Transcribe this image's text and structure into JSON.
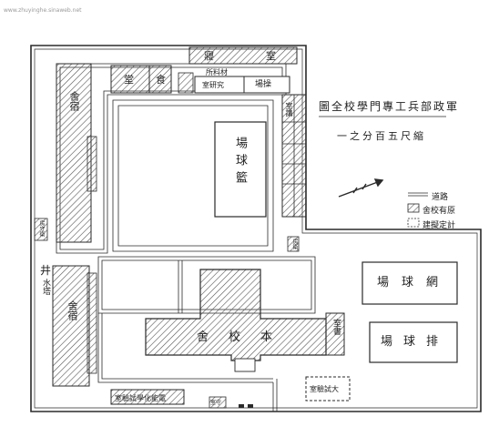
{
  "watermark": "www.zhuyinghe.sinaweb.net",
  "title": "圖全校學門專工兵部政軍",
  "scale": "一之分百五尺縮",
  "legend": {
    "road": "道路",
    "existing": "舍校有原",
    "planned": "建擬定計"
  },
  "buildings": {
    "gymnasium_left": "堂",
    "gymnasium_right": "食",
    "top_label_1": "寢",
    "top_label_2": "室",
    "dorm_upper": "舍宿",
    "dorm_lower": "舍宿",
    "arsenal": "所料材",
    "rooms": "室研究",
    "workshop_right": "場操",
    "right_strip": "室講",
    "basketball": "場球籃",
    "main_building": "舍校本",
    "side_wing": "室書",
    "gate_left": "房守衛",
    "gate_right": "房衛",
    "boiler_note": "井",
    "water_note": "水塔",
    "tennis": "場球網",
    "volleyball": "場球排",
    "planned_building": "室驗試大",
    "science_lab": "室驗試學化能電",
    "guard_bottom": "室守"
  },
  "colors": {
    "line": "#2a2a2a",
    "hatch": "#555555",
    "paper": "#ffffff"
  },
  "icons": [
    "compass-arrow-icon",
    "road-legend-icon",
    "hatch-legend-icon",
    "dashed-legend-icon"
  ]
}
